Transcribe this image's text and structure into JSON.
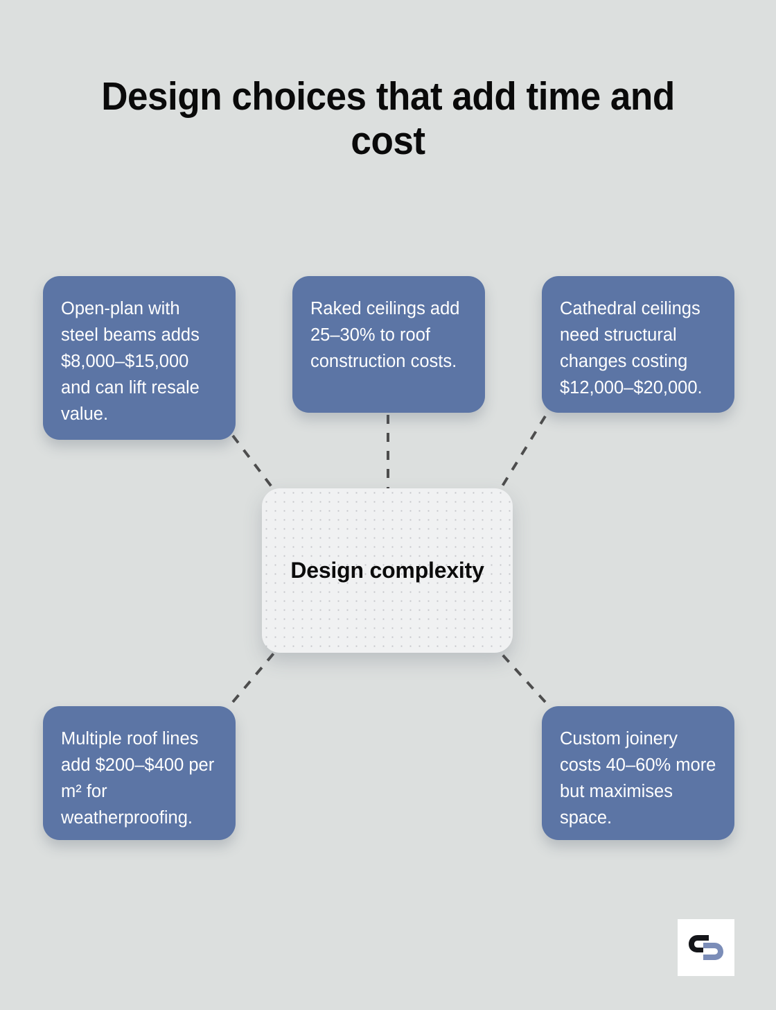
{
  "page": {
    "title": "Design choices that add time and cost",
    "background_color": "#dcdfde",
    "node_color": "#5c75a5",
    "hub_color": "#f0f1f2",
    "connector_color": "#4d4d4d"
  },
  "hub": {
    "label": "Design complexity"
  },
  "nodes": [
    {
      "id": "open-plan",
      "text": "Open-plan with steel beams adds $8,000–$15,000 and can lift resale value."
    },
    {
      "id": "raked",
      "text": "Raked ceilings add 25–30% to roof construction costs."
    },
    {
      "id": "cathedral",
      "text": "Cathedral ceilings need structural changes costing $12,000–$20,000."
    },
    {
      "id": "roof-lines",
      "text": "Multiple roof lines add $200–$400 per m² for weatherproofing."
    },
    {
      "id": "joinery",
      "text": "Custom joinery costs 40–60% more but maximises space."
    }
  ],
  "logo": {
    "name": "brand-logo",
    "dark_color": "#15161a",
    "accent_color": "#7b8db8"
  }
}
